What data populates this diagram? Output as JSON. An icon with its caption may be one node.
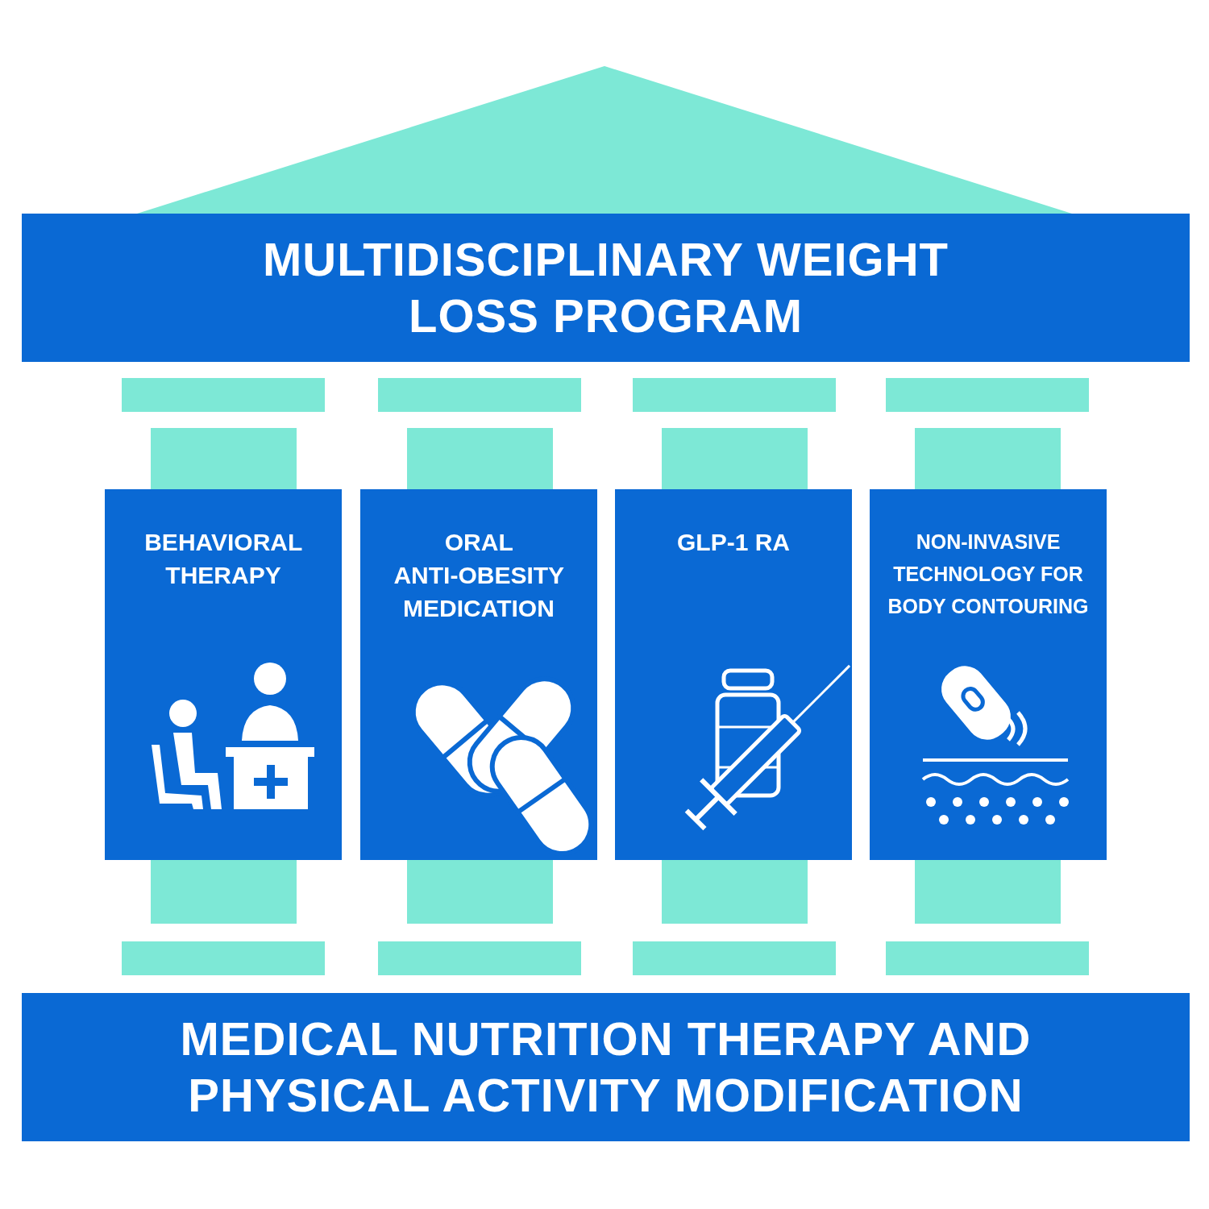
{
  "diagram": {
    "nodes": [
      {
        "text": [
          "MULTIDISCIPLINARY WEIGHT LOSS PROGRAM"
        ]
      },
      {
        "text": [
          "BEHAVIORAL THERAPY"
        ]
      },
      {
        "text": [
          "ORAL ANTI-OBESITY MEDICATION"
        ]
      },
      {
        "text": [
          "GLP-1 RA"
        ]
      },
      {
        "text": [
          "NON-INVASIVE TECHNOLOGY FOR BODY CONTOURING"
        ]
      },
      {
        "text": [
          "MEDICAL NUTRITION THERAPY AND PHYSICAL ACTIVITY MODIFICATION"
        ]
      }
    ]
  }
}
